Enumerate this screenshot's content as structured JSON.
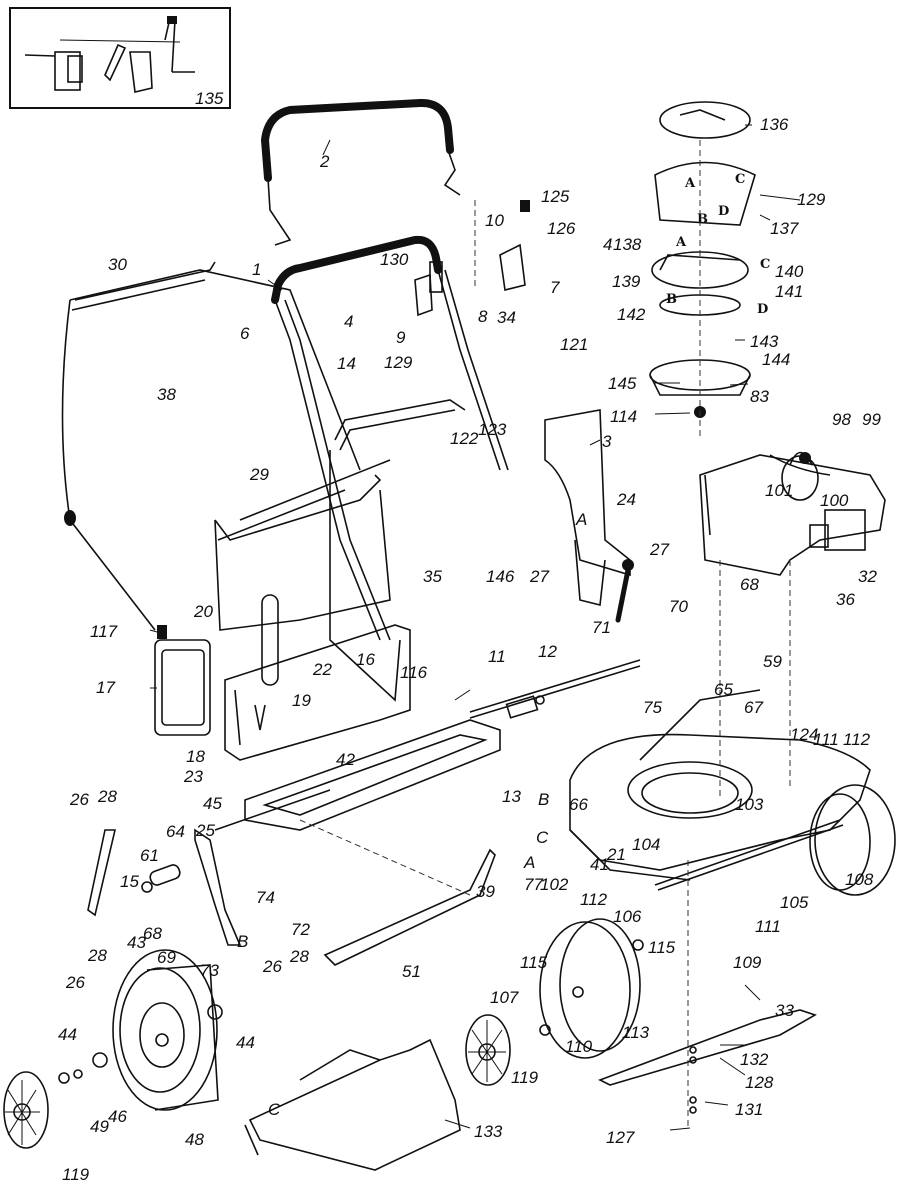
{
  "diagram": {
    "title": "Lawn mower exploded parts diagram",
    "inset": {
      "label": "135"
    },
    "part_labels": [
      {
        "id": "p1",
        "text": "1"
      },
      {
        "id": "p2",
        "text": "2"
      },
      {
        "id": "p3",
        "text": "3"
      },
      {
        "id": "p4a",
        "text": "4"
      },
      {
        "id": "p4b",
        "text": "4"
      },
      {
        "id": "p6",
        "text": "6"
      },
      {
        "id": "p7",
        "text": "7"
      },
      {
        "id": "p8",
        "text": "8"
      },
      {
        "id": "p9",
        "text": "9"
      },
      {
        "id": "p10",
        "text": "10"
      },
      {
        "id": "p11",
        "text": "11"
      },
      {
        "id": "p12",
        "text": "12"
      },
      {
        "id": "p13",
        "text": "13"
      },
      {
        "id": "p14",
        "text": "14"
      },
      {
        "id": "p15",
        "text": "15"
      },
      {
        "id": "p16",
        "text": "16"
      },
      {
        "id": "p17",
        "text": "17"
      },
      {
        "id": "p18",
        "text": "18"
      },
      {
        "id": "p19",
        "text": "19"
      },
      {
        "id": "p20",
        "text": "20"
      },
      {
        "id": "p21",
        "text": "21"
      },
      {
        "id": "p22",
        "text": "22"
      },
      {
        "id": "p23",
        "text": "23"
      },
      {
        "id": "p24",
        "text": "24"
      },
      {
        "id": "p25",
        "text": "25"
      },
      {
        "id": "p26a",
        "text": "26"
      },
      {
        "id": "p26b",
        "text": "26"
      },
      {
        "id": "p26c",
        "text": "26"
      },
      {
        "id": "p27a",
        "text": "27"
      },
      {
        "id": "p27b",
        "text": "27"
      },
      {
        "id": "p28a",
        "text": "28"
      },
      {
        "id": "p28b",
        "text": "28"
      },
      {
        "id": "p28c",
        "text": "28"
      },
      {
        "id": "p29",
        "text": "29"
      },
      {
        "id": "p30",
        "text": "30"
      },
      {
        "id": "p32",
        "text": "32"
      },
      {
        "id": "p33",
        "text": "33"
      },
      {
        "id": "p34",
        "text": "34"
      },
      {
        "id": "p35",
        "text": "35"
      },
      {
        "id": "p36",
        "text": "36"
      },
      {
        "id": "p38",
        "text": "38"
      },
      {
        "id": "p39",
        "text": "39"
      },
      {
        "id": "p41",
        "text": "41"
      },
      {
        "id": "p42",
        "text": "42"
      },
      {
        "id": "p43",
        "text": "43"
      },
      {
        "id": "p44a",
        "text": "44"
      },
      {
        "id": "p44b",
        "text": "44"
      },
      {
        "id": "p45",
        "text": "45"
      },
      {
        "id": "p46",
        "text": "46"
      },
      {
        "id": "p48",
        "text": "48"
      },
      {
        "id": "p49",
        "text": "49"
      },
      {
        "id": "p51",
        "text": "51"
      },
      {
        "id": "p59",
        "text": "59"
      },
      {
        "id": "p61",
        "text": "61"
      },
      {
        "id": "p64",
        "text": "64"
      },
      {
        "id": "p65",
        "text": "65"
      },
      {
        "id": "p66",
        "text": "66"
      },
      {
        "id": "p67",
        "text": "67"
      },
      {
        "id": "p68a",
        "text": "68"
      },
      {
        "id": "p68b",
        "text": "68"
      },
      {
        "id": "p69",
        "text": "69"
      },
      {
        "id": "p70",
        "text": "70"
      },
      {
        "id": "p71",
        "text": "71"
      },
      {
        "id": "p72",
        "text": "72"
      },
      {
        "id": "p73",
        "text": "73"
      },
      {
        "id": "p74",
        "text": "74"
      },
      {
        "id": "p75",
        "text": "75"
      },
      {
        "id": "p77",
        "text": "77"
      },
      {
        "id": "p83",
        "text": "83"
      },
      {
        "id": "p98",
        "text": "98"
      },
      {
        "id": "p99",
        "text": "99"
      },
      {
        "id": "p100",
        "text": "100"
      },
      {
        "id": "p101",
        "text": "101"
      },
      {
        "id": "p102",
        "text": "102"
      },
      {
        "id": "p103",
        "text": "103"
      },
      {
        "id": "p104",
        "text": "104"
      },
      {
        "id": "p105",
        "text": "105"
      },
      {
        "id": "p106",
        "text": "106"
      },
      {
        "id": "p107",
        "text": "107"
      },
      {
        "id": "p108",
        "text": "108"
      },
      {
        "id": "p109",
        "text": "109"
      },
      {
        "id": "p110",
        "text": "110"
      },
      {
        "id": "p111a",
        "text": "111"
      },
      {
        "id": "p111b",
        "text": "111"
      },
      {
        "id": "p112a",
        "text": "112"
      },
      {
        "id": "p112b",
        "text": "112"
      },
      {
        "id": "p113",
        "text": "113"
      },
      {
        "id": "p114",
        "text": "114"
      },
      {
        "id": "p115a",
        "text": "115"
      },
      {
        "id": "p115b",
        "text": "115"
      },
      {
        "id": "p116",
        "text": "116"
      },
      {
        "id": "p117",
        "text": "117"
      },
      {
        "id": "p119a",
        "text": "119"
      },
      {
        "id": "p119b",
        "text": "119"
      },
      {
        "id": "p121",
        "text": "121"
      },
      {
        "id": "p122",
        "text": "122"
      },
      {
        "id": "p123",
        "text": "123"
      },
      {
        "id": "p124",
        "text": "124"
      },
      {
        "id": "p125",
        "text": "125"
      },
      {
        "id": "p126",
        "text": "126"
      },
      {
        "id": "p127",
        "text": "127"
      },
      {
        "id": "p128",
        "text": "128"
      },
      {
        "id": "p129a",
        "text": "129"
      },
      {
        "id": "p129b",
        "text": "129"
      },
      {
        "id": "p130",
        "text": "130"
      },
      {
        "id": "p131",
        "text": "131"
      },
      {
        "id": "p132",
        "text": "132"
      },
      {
        "id": "p133",
        "text": "133"
      },
      {
        "id": "p136",
        "text": "136"
      },
      {
        "id": "p137",
        "text": "137"
      },
      {
        "id": "p138",
        "text": "138"
      },
      {
        "id": "p139",
        "text": "139"
      },
      {
        "id": "p140",
        "text": "140"
      },
      {
        "id": "p141",
        "text": "141"
      },
      {
        "id": "p142",
        "text": "142"
      },
      {
        "id": "p143",
        "text": "143"
      },
      {
        "id": "p144",
        "text": "144"
      },
      {
        "id": "p145",
        "text": "145"
      },
      {
        "id": "p146",
        "text": "146"
      }
    ],
    "reference_letters": [
      {
        "id": "rA1",
        "text": "A"
      },
      {
        "id": "rB1",
        "text": "B"
      },
      {
        "id": "rC1",
        "text": "C"
      },
      {
        "id": "rD1",
        "text": "D"
      },
      {
        "id": "rA2",
        "text": "A"
      },
      {
        "id": "rB2",
        "text": "B"
      },
      {
        "id": "rC2",
        "text": "C"
      },
      {
        "id": "rD2",
        "text": "D"
      },
      {
        "id": "rA3",
        "text": "A"
      },
      {
        "id": "rB3",
        "text": "B"
      },
      {
        "id": "rC3",
        "text": "C"
      },
      {
        "id": "rA4",
        "text": "A"
      },
      {
        "id": "rB4",
        "text": "B"
      },
      {
        "id": "rC4",
        "text": "C"
      }
    ]
  }
}
